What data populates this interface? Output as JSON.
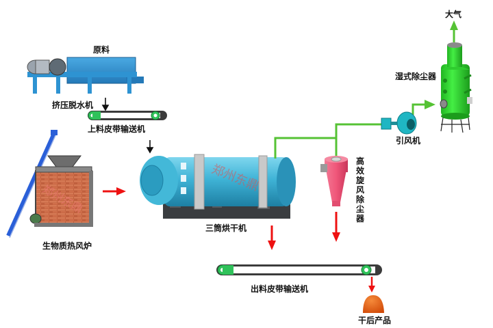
{
  "title": "三筒烘干机 工艺流程图",
  "watermark": "郑州东鼎",
  "colors": {
    "flow_red": "#ee1111",
    "gas_green": "#55c234",
    "dryer_blue": "#3fb3d6",
    "press_blue": "#2e93d2",
    "cyclone_pink": "#f0577a",
    "scrubber_green": "#33dd33",
    "fan_teal": "#1fb6c3",
    "product_orange": "#e05a10",
    "roller_green": "#2fc25a"
  },
  "nodes": {
    "raw_material": {
      "label": "原料"
    },
    "dewatering_press": {
      "label": "挤压脱水机"
    },
    "feed_conveyor": {
      "label": "上料皮带输送机"
    },
    "biomass_furnace": {
      "label": "生物质热风炉"
    },
    "triple_drum_dryer": {
      "label": "三筒烘干机"
    },
    "cyclone": {
      "label": "高效旋风除尘器"
    },
    "induced_fan": {
      "label": "引风机"
    },
    "wet_scrubber": {
      "label": "湿式除尘器"
    },
    "atmosphere": {
      "label": "大气"
    },
    "discharge_conveyor": {
      "label": "出料皮带输送机"
    },
    "dried_product": {
      "label": "干后产品"
    }
  },
  "flows": [
    {
      "from": "dewatering_press",
      "to": "feed_conveyor",
      "type": "material"
    },
    {
      "from": "feed_conveyor",
      "to": "triple_drum_dryer",
      "type": "material"
    },
    {
      "from": "biomass_furnace",
      "to": "triple_drum_dryer",
      "type": "hot-air"
    },
    {
      "from": "triple_drum_dryer",
      "to": "cyclone",
      "type": "exhaust"
    },
    {
      "from": "cyclone",
      "to": "induced_fan",
      "type": "exhaust"
    },
    {
      "from": "induced_fan",
      "to": "wet_scrubber",
      "type": "exhaust"
    },
    {
      "from": "wet_scrubber",
      "to": "atmosphere",
      "type": "exhaust"
    },
    {
      "from": "triple_drum_dryer",
      "to": "discharge_conveyor",
      "type": "material"
    },
    {
      "from": "cyclone",
      "to": "discharge_conveyor",
      "type": "material"
    },
    {
      "from": "discharge_conveyor",
      "to": "dried_product",
      "type": "material"
    }
  ]
}
